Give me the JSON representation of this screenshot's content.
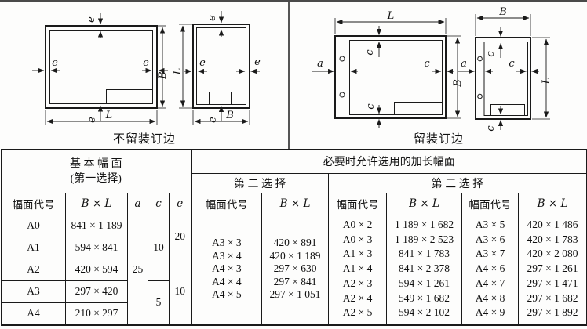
{
  "diagrams": {
    "no_binding": {
      "caption": "不留装订边",
      "label_e": "e",
      "label_L": "L",
      "label_B": "B"
    },
    "with_binding": {
      "caption": "留装订边",
      "label_a": "a",
      "label_c": "c",
      "label_L": "L",
      "label_B": "B"
    }
  },
  "table": {
    "header": {
      "basic_title": "基  本  幅  面",
      "basic_subtitle": "(第一选择)",
      "extended_title": "必要时允许选用的加长幅面",
      "second_choice": "第  二  选  择",
      "third_choice": "第  三  选  择",
      "col_code": "幅面代号",
      "col_size": "B × L",
      "col_a": "a",
      "col_c": "c",
      "col_e": "e"
    },
    "basic": {
      "rows": [
        {
          "code": "A0",
          "size": "841 × 1 189"
        },
        {
          "code": "A1",
          "size": "594 × 841"
        },
        {
          "code": "A2",
          "size": "420 × 594"
        },
        {
          "code": "A3",
          "size": "297 × 420"
        },
        {
          "code": "A4",
          "size": "210 × 297"
        }
      ],
      "a_value": "25",
      "c_value_top": "10",
      "c_value_bottom": "5",
      "e_value_top": "20",
      "e_value_bottom": "10"
    },
    "second_choice": {
      "codes": [
        "A3 × 3",
        "A3 × 4",
        "A4 × 3",
        "A4 × 4",
        "A4 × 5"
      ],
      "sizes": [
        "420 × 891",
        "420 × 1 189",
        "297 × 630",
        "297 × 841",
        "297 × 1 051"
      ]
    },
    "third_choice_left": {
      "codes": [
        "A0 × 2",
        "A0 × 3",
        "A1 × 3",
        "A1 × 4",
        "A2 × 3",
        "A2 × 4",
        "A2 × 5"
      ],
      "sizes": [
        "1 189 × 1 682",
        "1 189 × 2 523",
        "841 × 1 783",
        "841 × 2 378",
        "594 × 1 261",
        "549 × 1 682",
        "594 × 2 102"
      ]
    },
    "third_choice_right": {
      "codes": [
        "A3 × 5",
        "A3 × 6",
        "A3 × 7",
        "A4 × 6",
        "A4 × 7",
        "A4 × 8",
        "A4 × 9"
      ],
      "sizes": [
        "420 × 1 486",
        "420 × 1 783",
        "420 × 2 080",
        "297 × 1 261",
        "297 × 1 471",
        "297 × 1 682",
        "297 × 1 892"
      ]
    }
  }
}
